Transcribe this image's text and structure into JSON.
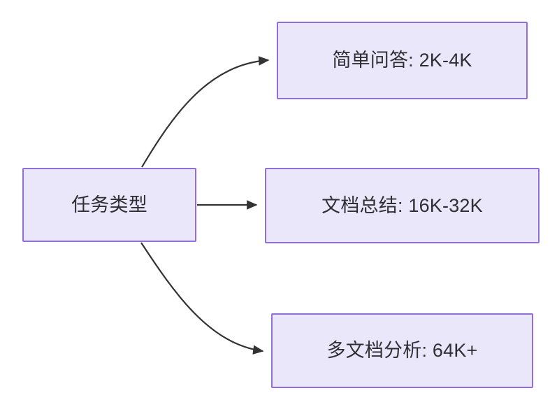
{
  "diagram": {
    "type": "flowchart",
    "direction": "left-to-right",
    "background_color": "#ffffff",
    "node_fill_color": "#eae7fb",
    "node_border_color": "#9070d8",
    "node_text_color": "#2f2f33",
    "edge_color": "#333333",
    "root": {
      "id": "task-type",
      "label": "任务类型"
    },
    "branches": [
      {
        "id": "simple-qa",
        "label": "简单问答: 2K-4K",
        "edge_style": "curved",
        "arrowhead": "filled-triangle"
      },
      {
        "id": "doc-summary",
        "label": "文档总结: 16K-32K",
        "edge_style": "straight",
        "arrowhead": "filled-triangle"
      },
      {
        "id": "multi-doc",
        "label": "多文档分析: 64K+",
        "edge_style": "curved",
        "arrowhead": "filled-triangle"
      }
    ]
  }
}
